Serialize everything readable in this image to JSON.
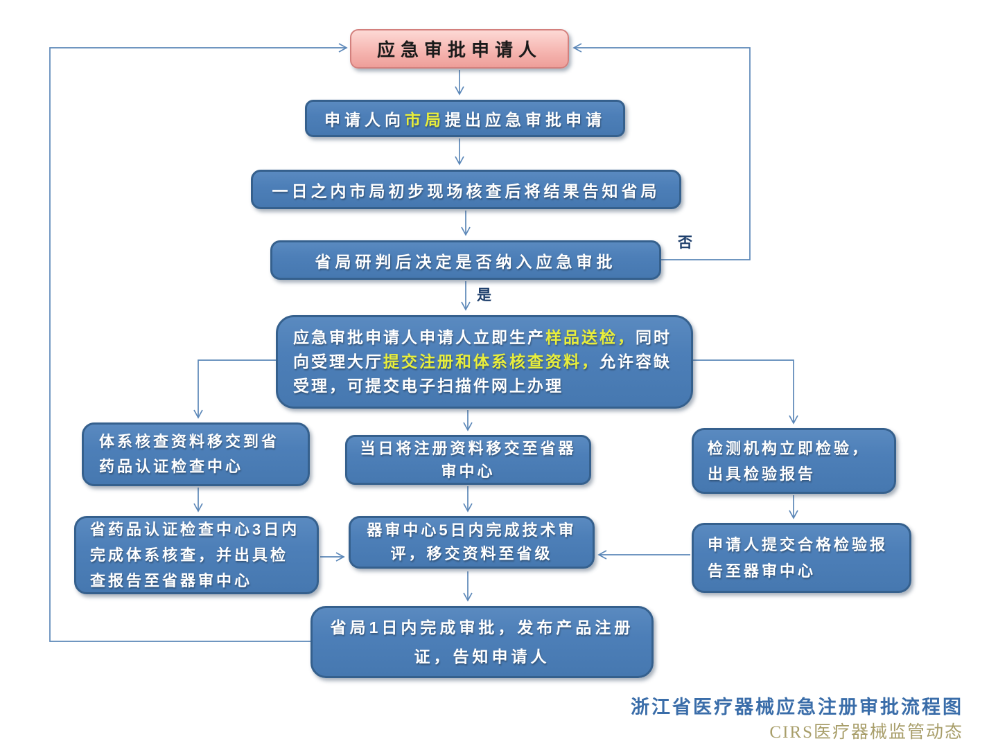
{
  "flowchart": {
    "nodes": {
      "applicant": {
        "text": "应急审批申请人"
      },
      "apply": {
        "segments": [
          {
            "text": "申请人向"
          },
          {
            "text": "市局",
            "highlight": true
          },
          {
            "text": "提出应急审批申请"
          }
        ]
      },
      "city_check": {
        "text": "一日之内市局初步现场核查后将结果告知省局"
      },
      "province_decide": {
        "text": "省局研判后决定是否纳入应急审批"
      },
      "produce": {
        "segments": [
          {
            "text": "应急审批申请人申请人立即生产"
          },
          {
            "text": "样品送检，",
            "highlight": true
          },
          {
            "text": "同时向受理大厅"
          },
          {
            "text": "提交注册和体系核查资料，",
            "highlight": true
          },
          {
            "text": "允许容缺受理，可提交电子扫描件网上办理"
          }
        ]
      },
      "sys_transfer": {
        "text": "体系核查资料移交到省药品认证检查中心"
      },
      "reg_transfer": {
        "text": "当日将注册资料移交至省器审中心"
      },
      "test_inspect": {
        "text": "检测机构立即检验，出具检验报告"
      },
      "sys_check": {
        "text": "省药品认证检查中心3日内完成体系核查，并出具检查报告至省器审中心"
      },
      "tech_review": {
        "text": "器审中心5日内完成技术审评，移交资料至省级"
      },
      "submit_report": {
        "text": "申请人提交合格检验报告至器审中心"
      },
      "approve": {
        "text": "省局1日内完成审批，发布产品注册证，告知申请人"
      }
    },
    "labels": {
      "yes": "是",
      "no": "否"
    },
    "captions": {
      "title": "浙江省医疗器械应急注册审批流程图",
      "watermark": "CIRS医疗器械监管动态"
    },
    "colors": {
      "node_fill": "#4d7fb8",
      "node_border": "#35608d",
      "start_fill": "#f6b7b2",
      "start_border": "#d3807d",
      "node_text": "#ffffff",
      "highlight_text": "#e8ee3c",
      "connector": "#5b87b8",
      "branch_label": "#1d3e6b",
      "caption": "#3a6da9",
      "watermark": "#a89e6a"
    }
  }
}
